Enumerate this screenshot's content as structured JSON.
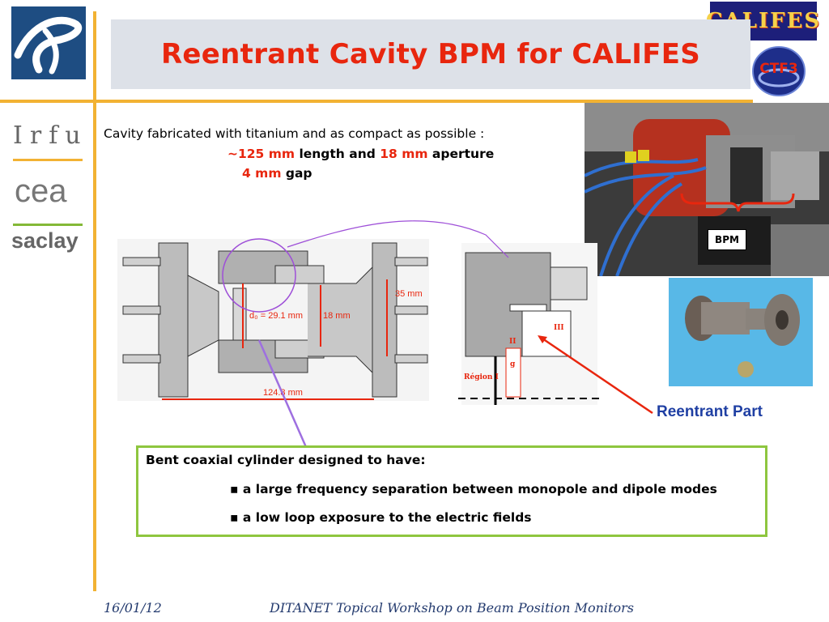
{
  "slide": {
    "title": "Reentrant Cavity BPM for CALIFES",
    "intro": "Cavity fabricated with titanium and as compact as possible :",
    "length_value": "~125 mm",
    "length_text": " length and ",
    "aperture_value": "18 mm",
    "aperture_text": " aperture",
    "gap_value": "4 mm",
    "gap_text": " gap"
  },
  "logos": {
    "institute": "Irfu",
    "cea": "cea",
    "site": "saclay",
    "califes": "CALIFES",
    "ctf": "CTF3"
  },
  "drawing": {
    "dim_35": "35 mm",
    "dim_d0": "d₀ = 29.1 mm",
    "dim_18": "18 mm",
    "dim_length": "124.8 mm",
    "region_I": "Région I",
    "region_II": "II",
    "region_III": "III",
    "region_g": "g"
  },
  "photos": {
    "bpm_label": "BPM",
    "reentrant_label": "Reentrant Part"
  },
  "textbox": {
    "heading": "Bent coaxial cylinder designed to have:",
    "bullets": [
      "a large frequency separation between monopole and dipole modes",
      "a low loop exposure to the electric fields"
    ]
  },
  "footer": {
    "date": "16/01/12",
    "event": "DITANET Topical Workshop on Beam Position Monitors"
  },
  "colors": {
    "accent_orange": "#f2b233",
    "title_red": "#e8260e",
    "box_green": "#8ec63f",
    "link_blue": "#1f3fa3"
  }
}
